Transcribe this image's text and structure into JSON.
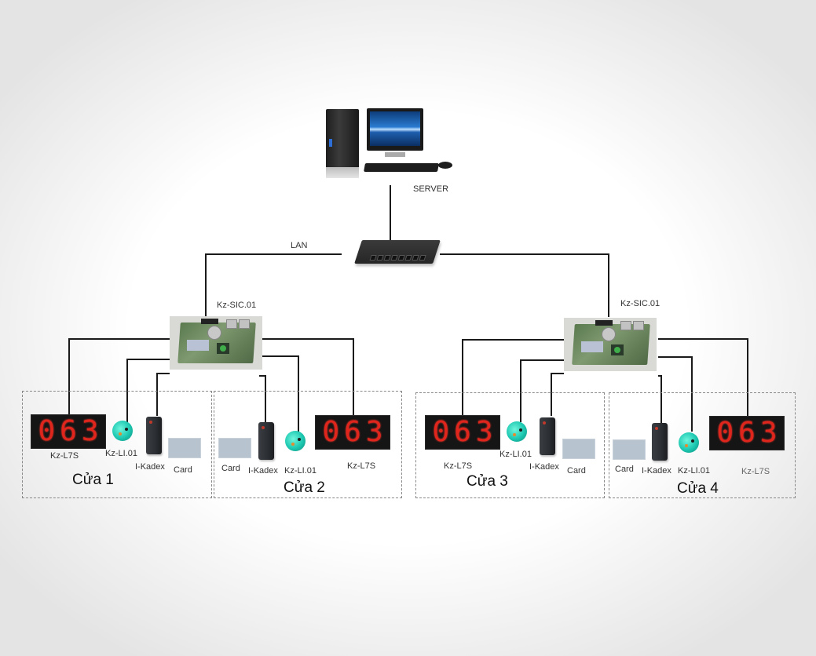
{
  "server": {
    "label": "SERVER",
    "icon": "desktop-computer-icon"
  },
  "network": {
    "label": "LAN",
    "icon": "network-switch-icon"
  },
  "controllers": [
    {
      "label": "Kz-SIC.01",
      "icon": "controller-board-icon"
    },
    {
      "label": "Kz-SIC.01",
      "icon": "controller-board-icon"
    }
  ],
  "doors": [
    {
      "title": "Cửa 1",
      "display": {
        "label": "Kz-L7S",
        "value": "063"
      },
      "module_label": "Kz-LI.01",
      "reader_label": "I-Kadex",
      "card_label": "Card"
    },
    {
      "title": "Cửa 2",
      "display": {
        "label": "Kz-L7S",
        "value": "063"
      },
      "module_label": "Kz-LI.01",
      "reader_label": "I-Kadex",
      "card_label": "Card"
    },
    {
      "title": "Cửa 3",
      "display": {
        "label": "Kz-L7S",
        "value": "063"
      },
      "module_label": "Kz-LI.01",
      "reader_label": "I-Kadex",
      "card_label": "Card"
    },
    {
      "title": "Cửa 4",
      "display": {
        "label": "Kz-L7S",
        "value": "063"
      },
      "module_label": "Kz-LI.01",
      "reader_label": "I-Kadex",
      "card_label": "Card"
    }
  ],
  "colors": {
    "led_digits": "#e0261c",
    "led_background": "#151515",
    "module": "#1cc7b0",
    "wire": "#1a1a1a",
    "zone_border": "#888888"
  }
}
